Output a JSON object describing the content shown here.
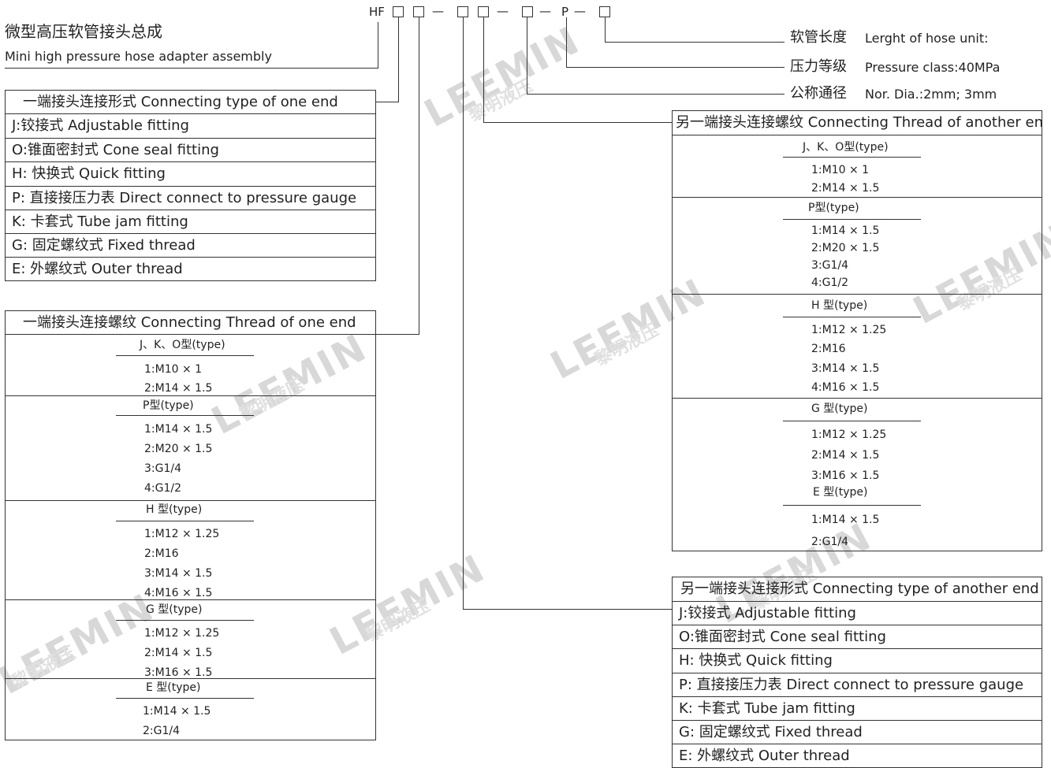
{
  "model_code": {
    "prefix": "HF",
    "sep_p": "P",
    "dash": "—"
  },
  "title": {
    "cn": "微型高压软管接头总成",
    "en": "Mini high pressure hose adapter assembly"
  },
  "right_labels": [
    {
      "cn": "软管长度",
      "en": "Lerght of hose unit:"
    },
    {
      "cn": "压力等级",
      "en": "Pressure class:40MPa"
    },
    {
      "cn": "公称通径",
      "en": "Nor. Dia.:2mm; 3mm"
    }
  ],
  "left_type_table": {
    "header": "一端接头连接形式  Connecting type of one end",
    "rows": [
      "J:铰接式  Adjustable fitting",
      "O:锥面密封式  Cone seal fitting",
      "H: 快换式  Quick fitting",
      "P: 直接接压力表  Direct connect to pressure gauge",
      "K: 卡套式  Tube jam fitting",
      "G: 固定螺纹式  Fixed thread",
      "E: 外螺纹式 Outer thread"
    ]
  },
  "left_thread_table": {
    "header": "一端接头连接螺纹  Connecting Thread of one end",
    "groups": [
      {
        "type": "J、K、O型(type)",
        "items": [
          "1:M10 × 1",
          "2:M14 × 1.5"
        ]
      },
      {
        "type": "P型(type)",
        "items": [
          "1:M14 × 1.5",
          "2:M20 × 1.5",
          "3:G1/4",
          "4:G1/2"
        ]
      },
      {
        "type": "H 型(type)",
        "items": [
          "1:M12 × 1.25",
          "2:M16",
          "3:M14 × 1.5",
          "4:M16 × 1.5"
        ]
      },
      {
        "type": "G 型(type)",
        "items": [
          "1:M12 × 1.25",
          "2:M14 × 1.5",
          "3:M16 × 1.5"
        ]
      },
      {
        "type": "E 型(type)",
        "items": [
          "1:M14 × 1.5",
          "2:G1/4"
        ]
      }
    ]
  },
  "right_thread_table": {
    "header": "另一端接头连接螺纹  Connecting Thread of another end",
    "groups": [
      {
        "type": "J、K、O型(type)",
        "items": [
          "1:M10 × 1",
          "2:M14 × 1.5"
        ]
      },
      {
        "type": "P型(type)",
        "items": [
          "1:M14 × 1.5",
          "2:M20 × 1.5",
          "3:G1/4",
          "4:G1/2"
        ]
      },
      {
        "type": "H 型(type)",
        "items": [
          "1:M12 × 1.25",
          "2:M16",
          "3:M14 × 1.5",
          "4:M16 × 1.5"
        ]
      },
      {
        "type": "G 型(type)",
        "items": [
          "1:M12 × 1.25",
          "2:M14 × 1.5",
          "3:M16 × 1.5"
        ]
      },
      {
        "type": "E 型(type)",
        "items": [
          "1:M14 × 1.5",
          "2:G1/4"
        ]
      }
    ]
  },
  "right_type_table": {
    "header": "另一端接头连接形式  Connecting type of another end",
    "rows": [
      "J:铰接式  Adjustable fitting",
      "O:锥面密封式  Cone seal fitting",
      "H: 快换式  Quick fitting",
      "P: 直接接压力表  Direct connect to pressure gauge",
      "K: 卡套式  Tube jam fitting",
      "G: 固定螺纹式  Fixed thread",
      "E: 外螺纹式  Outer thread"
    ]
  },
  "watermark": {
    "brand": "LEEMIN",
    "brand_cn": "黎明液压"
  }
}
